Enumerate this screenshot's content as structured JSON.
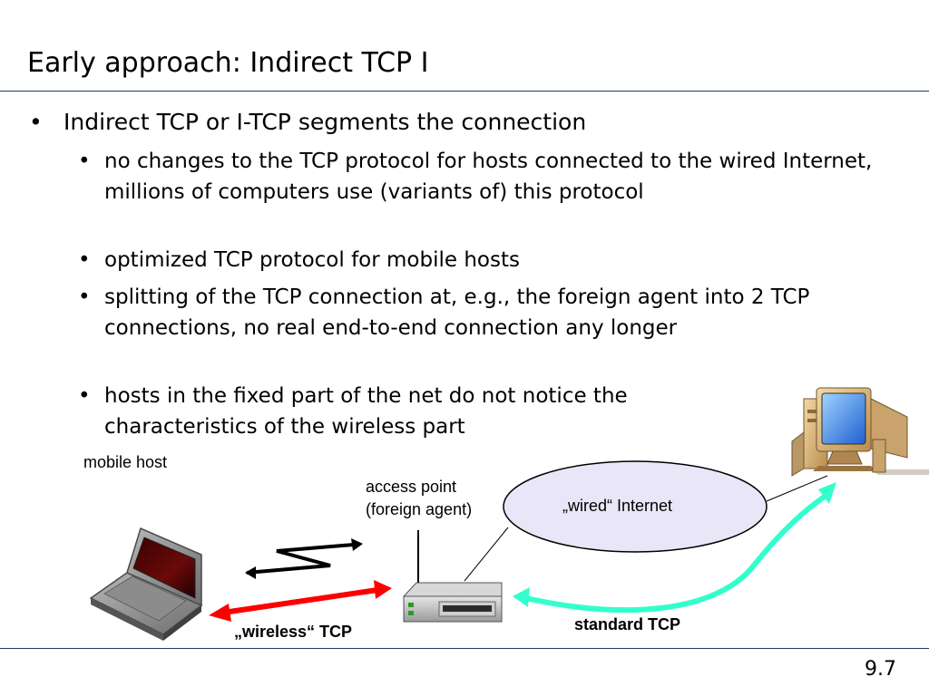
{
  "slide": {
    "title": "Early approach: Indirect TCP I",
    "page_number": "9.7"
  },
  "bullets": {
    "main": "Indirect TCP or I-TCP segments the connection",
    "sub": [
      "no changes to the TCP protocol for hosts connected to the wired Internet, millions of computers use (variants of) this protocol",
      "optimized TCP protocol for mobile hosts",
      "splitting of the TCP connection at, e.g., the foreign agent into 2 TCP connections, no real end-to-end connection any longer",
      "hosts in the fixed part of the net do not notice the characteristics of the wireless part"
    ],
    "marker": "•"
  },
  "diagram": {
    "mobile_host_label": "mobile host",
    "access_point_label_1": "access point",
    "access_point_label_2": "(foreign agent)",
    "internet_label": "„wired“ Internet",
    "wireless_tcp_label": "„wireless“ TCP",
    "standard_tcp_label": "standard TCP",
    "colors": {
      "wireless_arrow": "#ff0000",
      "standard_arrow": "#33ffcc",
      "internet_fill": "#e8e6f7",
      "rule": "#1f3a66"
    },
    "icons": [
      "laptop-icon",
      "access-point-icon",
      "desktop-computer-icon",
      "radio-link-icon"
    ]
  }
}
